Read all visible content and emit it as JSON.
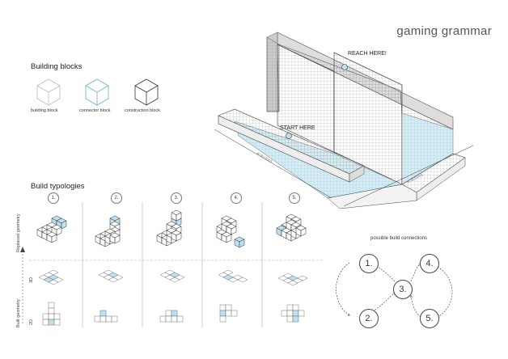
{
  "title": "gaming grammar",
  "blocks_heading": "Building blocks",
  "blocks": [
    {
      "label": "building block",
      "stroke": "#bbbbbb"
    },
    {
      "label": "connector block",
      "stroke": "#6aaecd"
    },
    {
      "label": "construction block",
      "stroke": "#333333"
    }
  ],
  "scene": {
    "reach": "REACH HERE!",
    "start": "START HERE",
    "dim_left": "40 BLOCKS",
    "dim_right": "40 BLOCKS"
  },
  "typologies_heading": "Build typologies",
  "columns": [
    "1.",
    "2.",
    "3.",
    "4.",
    "5."
  ],
  "rows": {
    "replaced": "Replaced geometry",
    "built": "Built geometry",
    "r3d": "3D",
    "r2d": "2D"
  },
  "connections": {
    "heading": "possible build connections",
    "nodes": [
      "1.",
      "2.",
      "3.",
      "4.",
      "5."
    ]
  },
  "colors": {
    "connector": "#bfe0ee",
    "grid": "#9a9a9a",
    "accent": "#6aaecd"
  }
}
